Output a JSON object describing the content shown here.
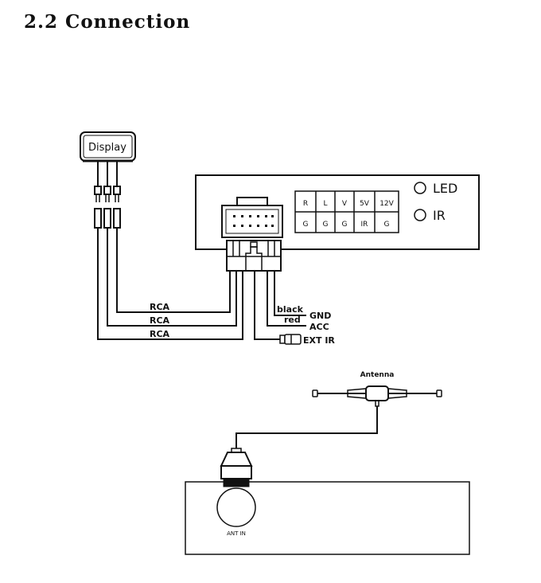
{
  "section": {
    "number": "2.2",
    "title": "Connection"
  },
  "display": {
    "label": "Display"
  },
  "module": {
    "pin_table": {
      "top_row": [
        "R",
        "L",
        "V",
        "5V",
        "12V"
      ],
      "bottom_row": [
        "G",
        "G",
        "G",
        "IR",
        "G"
      ]
    },
    "indicators": [
      "LED",
      "IR"
    ]
  },
  "wiring": {
    "rca_cables": [
      "RCA",
      "RCA",
      "RCA"
    ],
    "wire_colors": [
      "black",
      "red"
    ],
    "terminals": [
      "GND",
      "ACC",
      "EXT IR"
    ]
  },
  "antenna": {
    "label": "Antenna"
  },
  "receiver": {
    "port_label": "ANT IN"
  }
}
